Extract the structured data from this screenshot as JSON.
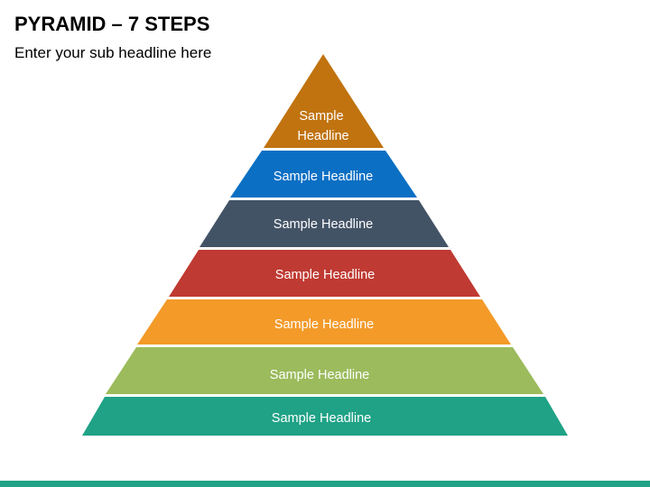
{
  "header": {
    "title": "PYRAMID – 7 STEPS",
    "subtitle": "Enter your sub headline here"
  },
  "pyramid": {
    "levels": [
      {
        "label_line1": "Sample",
        "label_line2": "Headline",
        "color": "#C0730F"
      },
      {
        "label": "Sample Headline",
        "color": "#0B6FC4"
      },
      {
        "label": "Sample Headline",
        "color": "#435366"
      },
      {
        "label": "Sample Headline",
        "color": "#BF3A32"
      },
      {
        "label": "Sample Headline",
        "color": "#F39A29"
      },
      {
        "label": "Sample Headline",
        "color": "#9BBB5C"
      },
      {
        "label": "Sample Headline",
        "color": "#1FA286"
      }
    ]
  },
  "footer": {
    "bar_color": "#1FA286"
  }
}
